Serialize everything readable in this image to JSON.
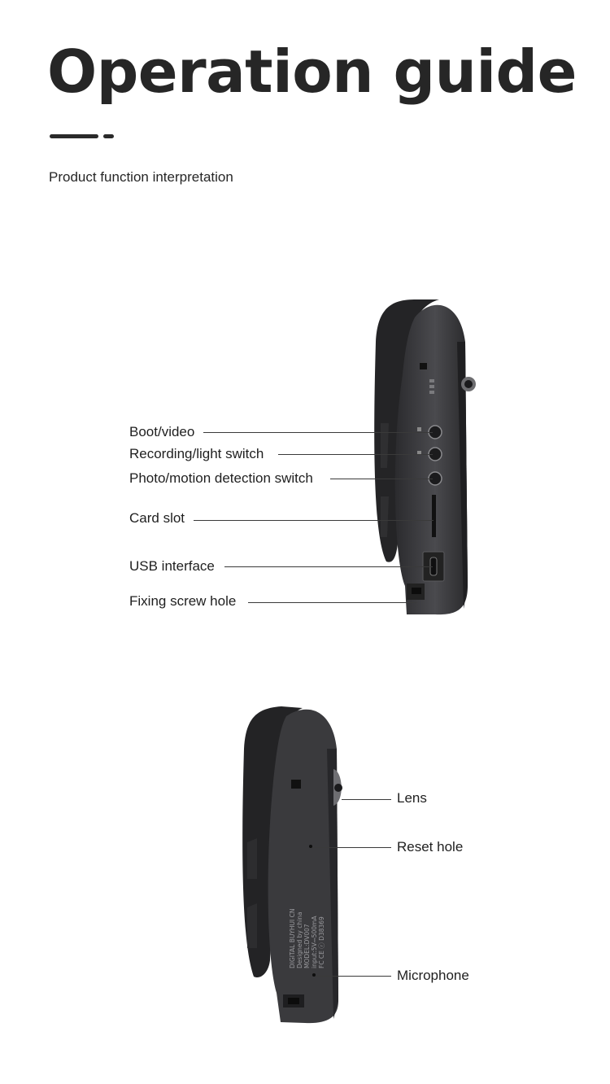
{
  "title": "Operation guide",
  "subtitle": "Product function interpretation",
  "front_labels": {
    "boot_video": "Boot/video",
    "recording_switch": "Recording/light switch",
    "photo_switch": "Photo/motion detection switch",
    "card_slot": "Card slot",
    "usb_interface": "USB interface",
    "screw_hole": "Fixing screw hole"
  },
  "side_labels": {
    "lens": "Lens",
    "reset_hole": "Reset hole",
    "microphone": "Microphone"
  },
  "device_print": {
    "line1": "DIGITAL BUYHUI CN",
    "line2": "Designed by china",
    "line3": "MODEL:DV007",
    "line4": "input:5V⎓500mA",
    "line5": "FC CE ⓡ D38369"
  },
  "colors": {
    "device_body": "#3a3a3d",
    "device_dark": "#1c1c1e",
    "text": "#1f1f1f"
  }
}
